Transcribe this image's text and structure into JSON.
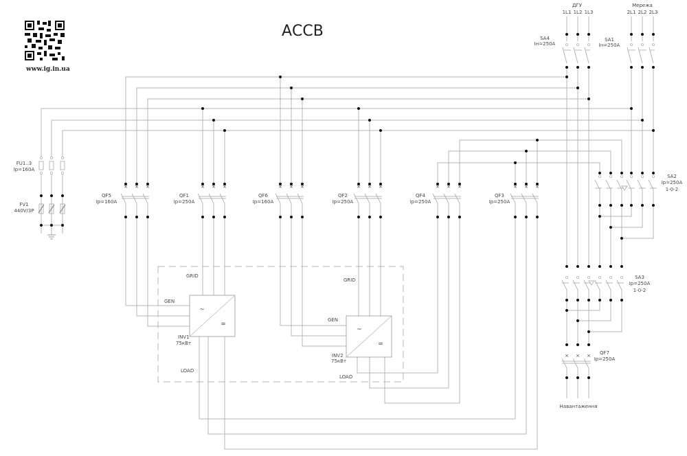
{
  "title": "АССВ",
  "website": "www.ig.in.ua",
  "sources": {
    "generator": {
      "label": "ДГУ",
      "phases": [
        "1L1",
        "1L2",
        "1L3"
      ]
    },
    "grid": {
      "label": "Мережа",
      "phases": [
        "2L1",
        "2L2",
        "2L3"
      ]
    }
  },
  "switches": {
    "SA4": {
      "name": "SA4",
      "rating": "Iн=250A"
    },
    "SA1": {
      "name": "SA1",
      "rating": "Iн=250A"
    },
    "SA2": {
      "name": "SA2",
      "rating": "Ip=250A",
      "positions": "1-0-2"
    },
    "SA3": {
      "name": "SA3",
      "rating": "Ip=250A",
      "positions": "1-0-2"
    }
  },
  "breakers": [
    {
      "name": "QF5",
      "rating": "Ip=160A"
    },
    {
      "name": "QF1",
      "rating": "Ip=250A"
    },
    {
      "name": "QF6",
      "rating": "Ip=160A"
    },
    {
      "name": "QF2",
      "rating": "Ip=250A"
    },
    {
      "name": "QF4",
      "rating": "Ip=250A"
    },
    {
      "name": "QF3",
      "rating": "Ip=250A"
    },
    {
      "name": "QF7",
      "rating": "Ip=250A"
    }
  ],
  "fuses": {
    "name": "FU1..3",
    "rating": "Ip=160A"
  },
  "surge_protector": {
    "name": "FV1",
    "rating": "440V/3P"
  },
  "inverters": [
    {
      "name": "INV1",
      "power": "75кВт",
      "ports": {
        "grid": "GRID",
        "gen": "GEN",
        "load": "LOAD"
      },
      "symbols": {
        "ac": "~",
        "dc": "="
      }
    },
    {
      "name": "INV2",
      "power": "75кВт",
      "ports": {
        "grid": "GRID",
        "gen": "GEN",
        "load": "LOAD"
      },
      "symbols": {
        "ac": "~",
        "dc": "="
      }
    }
  ],
  "load_label": "Навантаження",
  "colors": {
    "wire": "#b4b4b4",
    "node": "#111111",
    "text": "#444444"
  }
}
